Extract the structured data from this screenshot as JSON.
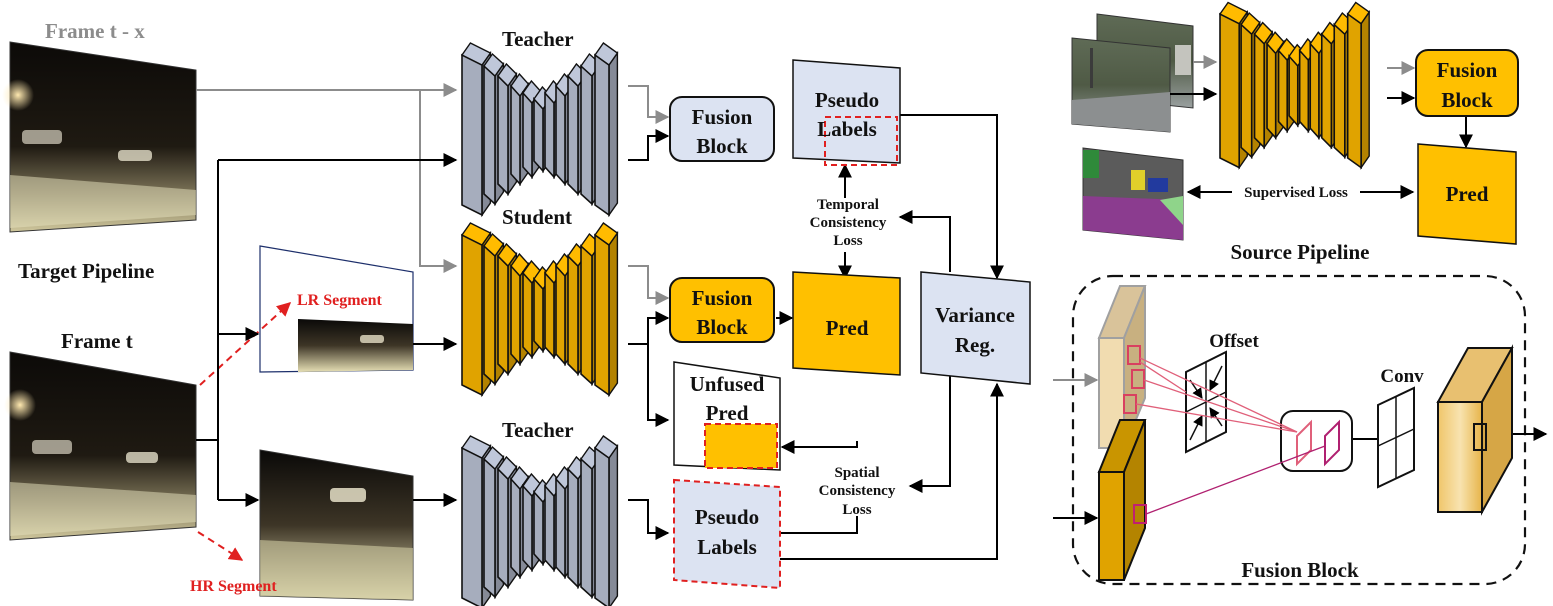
{
  "target": {
    "frame_prev_label": "Frame t - x",
    "frame_cur_label": "Frame t",
    "pipeline_label": "Target Pipeline",
    "lr_segment_label": "LR Segment",
    "hr_segment_label": "HR Segment"
  },
  "networks": {
    "teacher_top_label": "Teacher",
    "student_label": "Student",
    "teacher_bottom_label": "Teacher"
  },
  "boxes": {
    "fusion_block_line1": "Fusion",
    "fusion_block_line2": "Block",
    "pseudo_line1": "Pseudo",
    "labels_word": "Labels",
    "pred_label": "Pred",
    "unfused_line1": "Unfused",
    "unfused_line2": "Pred",
    "variance_line1": "Variance",
    "variance_line2": "Reg."
  },
  "losses": {
    "temporal_line1": "Temporal",
    "temporal_line2": "Consistency",
    "temporal_line3": "Loss",
    "spatial_line1": "Spatial",
    "spatial_line2": "Consistency",
    "spatial_line3": "Loss",
    "supervised_label": "Supervised Loss"
  },
  "source": {
    "pipeline_label": "Source Pipeline",
    "fusion_line1": "Fusion",
    "fusion_line2": "Block",
    "pred_label": "Pred"
  },
  "fusion_detail": {
    "title": "Fusion Block",
    "offset_label": "Offset",
    "conv_label": "Conv"
  },
  "colors": {
    "student_orange": "#e0a300",
    "pred_orange": "#ffc000",
    "teacher_gray": "#a6adbd",
    "fusion_box": "#dce3f2",
    "loss_red": "#e02020",
    "arrow_gray": "#8c8c8c",
    "photo_dark": "#1d1a14"
  }
}
